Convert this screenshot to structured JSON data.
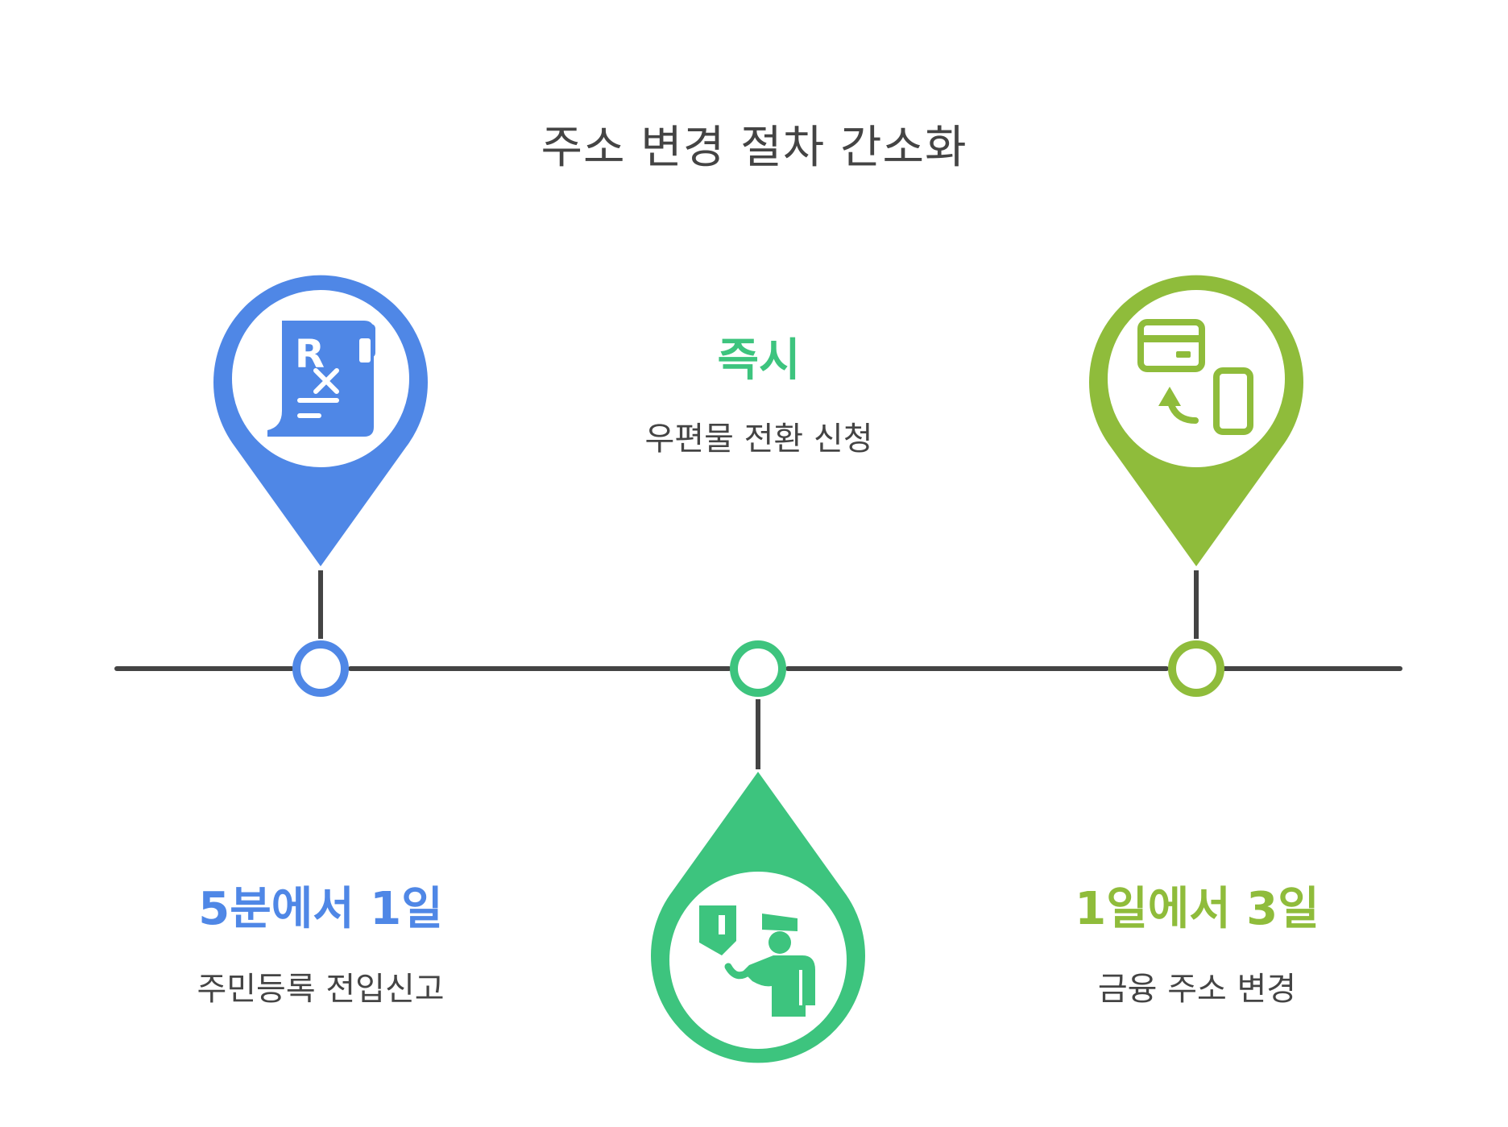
{
  "title": "주소 변경 절차 간소화",
  "colors": {
    "line": "#444444",
    "blue": "#4f87e6",
    "green": "#3dc47e",
    "lime": "#8fbc3b"
  },
  "milestones": [
    {
      "headline": "5분에서 1일",
      "label": "주민등록 전입신고",
      "icon": "prescription-document-icon"
    },
    {
      "headline": "즉시",
      "label": "우편물 전환 신청",
      "icon": "mail-carrier-icon"
    },
    {
      "headline": "1일에서 3일",
      "label": "금융 주소 변경",
      "icon": "card-to-phone-icon"
    }
  ]
}
